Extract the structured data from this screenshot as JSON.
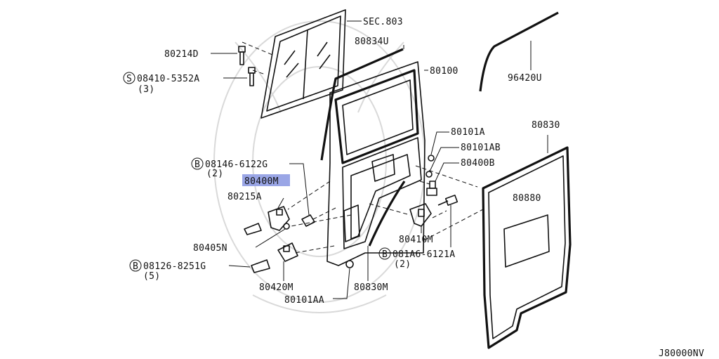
{
  "parts": {
    "sec803": "SEC.803",
    "p80214D": "80214D",
    "p08410": "08410-5352A",
    "p08410_qty": "(3)",
    "p80834U": "80834U",
    "p80100": "80100",
    "p96420U": "96420U",
    "p80101A": "80101A",
    "p80101AB": "80101AB",
    "p80400B": "80400B",
    "p80830": "80830",
    "p08146": "08146-6122G",
    "p08146_qty": "(2)",
    "p80400M": "80400M",
    "p80215A": "80215A",
    "p80880": "80880",
    "p80405N": "80405N",
    "p80410M": "80410M",
    "p081A6": "081A6-6121A",
    "p081A6_qty": "(2)",
    "p08126": "08126-8251G",
    "p08126_qty": "(5)",
    "p80420M": "80420M",
    "p80830M": "80830M",
    "p80101AA": "80101AA"
  },
  "prefix": {
    "s": "S",
    "b": "B"
  },
  "diagram_code": "J80000NV",
  "highlight_color": "#9aa6e6"
}
